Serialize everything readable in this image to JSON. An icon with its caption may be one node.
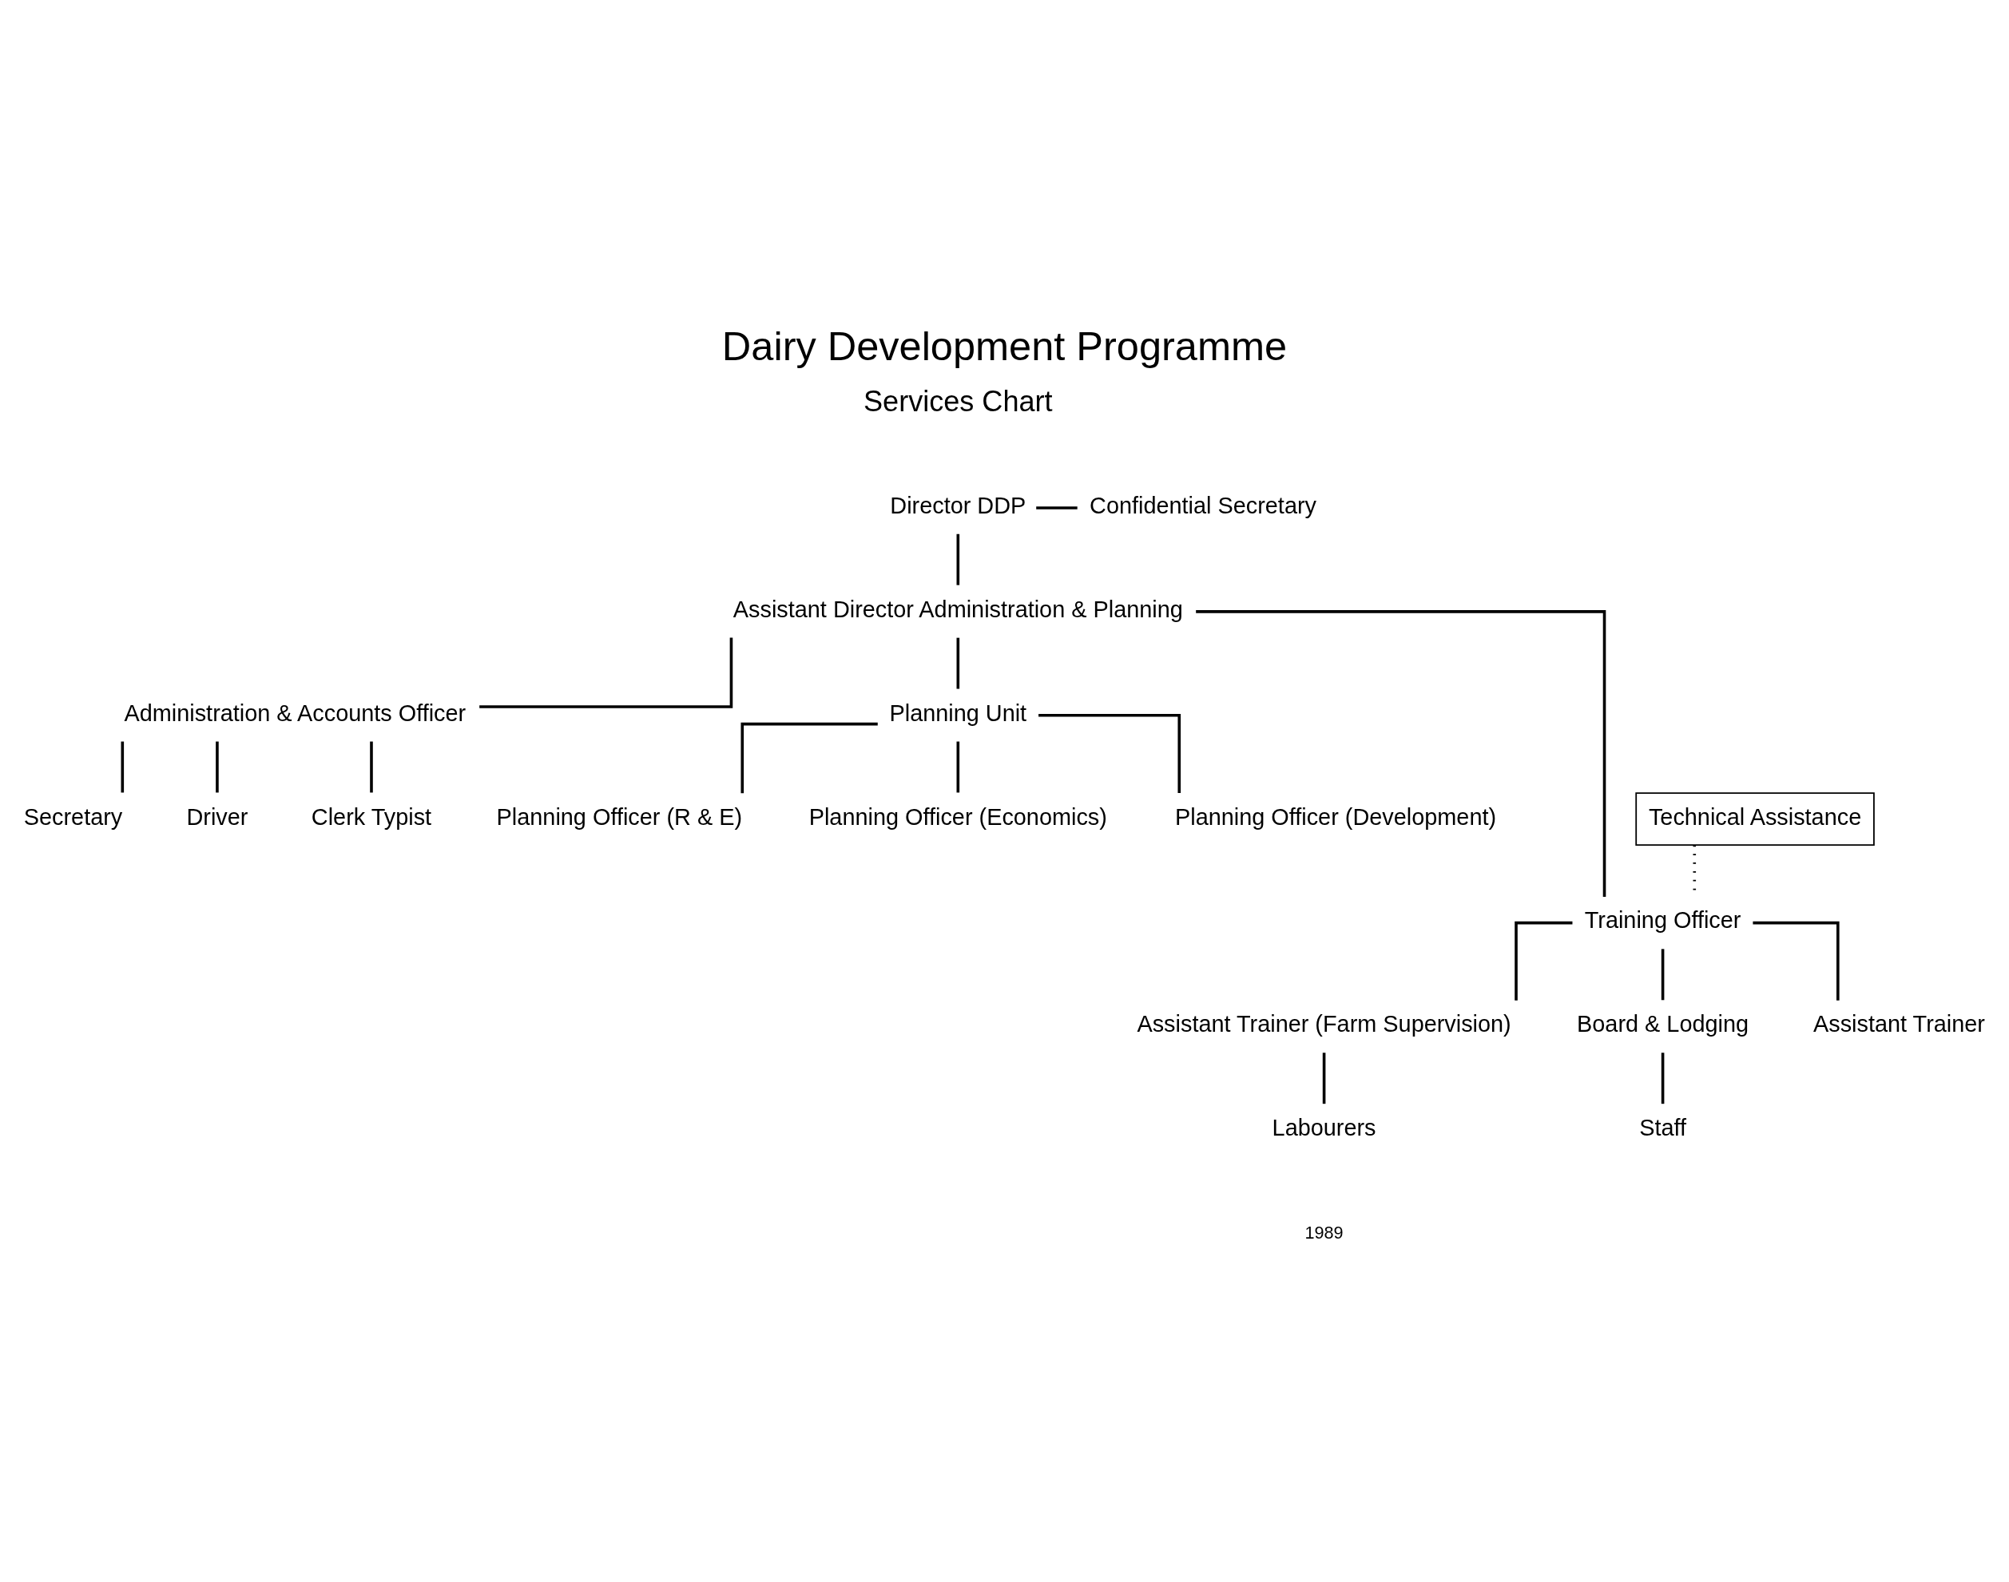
{
  "diagram": {
    "title": "Dairy Development Programme",
    "nodes": [
      {
        "text": [
          "Director DDP"
        ]
      },
      {
        "text": [
          "Confidential Secretary"
        ]
      },
      {
        "text": [
          "Assistant Director Administration & Planning"
        ]
      },
      {
        "text": [
          "Administration & Accounts Officer"
        ]
      },
      {
        "text": [
          "Planning Unit"
        ]
      },
      {
        "text": [
          "Training Officer"
        ]
      },
      {
        "text": [
          "Technical Assistance"
        ]
      },
      {
        "text": [
          "Planning Officer (R & E)"
        ]
      },
      {
        "text": [
          "Planning Officer (Economics)"
        ]
      },
      {
        "text": [
          "Planning Officer (Development)"
        ]
      },
      {
        "text": [
          "Secretary"
        ]
      },
      {
        "text": [
          "Driver"
        ]
      },
      {
        "text": [
          "Clerk Typist"
        ]
      },
      {
        "text": [
          "Assistant Trainer (Farm Supervision)"
        ]
      },
      {
        "text": [
          "Board & Lodging"
        ]
      },
      {
        "text": [
          "Assistant Trainer"
        ]
      },
      {
        "text": [
          "Labourers"
        ]
      },
      {
        "text": [
          "Staff"
        ]
      }
    ],
    "edges": [
      {
        "from": 0,
        "to": 2,
        "arrow": "none"
      },
      {
        "from": 0,
        "to": 1,
        "arrow": "none"
      },
      {
        "from": 2,
        "to": 3,
        "arrow": "none"
      },
      {
        "from": 2,
        "to": 4,
        "arrow": "none"
      },
      {
        "from": 2,
        "to": 5,
        "arrow": "none"
      },
      {
        "from": 4,
        "to": 7,
        "arrow": "none"
      },
      {
        "from": 4,
        "to": 8,
        "arrow": "none"
      },
      {
        "from": 4,
        "to": 9,
        "arrow": "none"
      },
      {
        "from": 6,
        "to": 5,
        "arrow": "none",
        "style": "dashed"
      },
      {
        "from": 3,
        "to": 10,
        "arrow": "none"
      },
      {
        "from": 3,
        "to": 11,
        "arrow": "none"
      },
      {
        "from": 3,
        "to": 12,
        "arrow": "none"
      },
      {
        "from": 5,
        "to": 13,
        "arrow": "none"
      },
      {
        "from": 5,
        "to": 14,
        "arrow": "none"
      },
      {
        "from": 5,
        "to": 15,
        "arrow": "none"
      },
      {
        "from": 13,
        "to": 16,
        "arrow": "none"
      },
      {
        "from": 14,
        "to": 17,
        "arrow": "none"
      }
    ],
    "labels": [
      "Services Chart",
      "1989"
    ]
  }
}
